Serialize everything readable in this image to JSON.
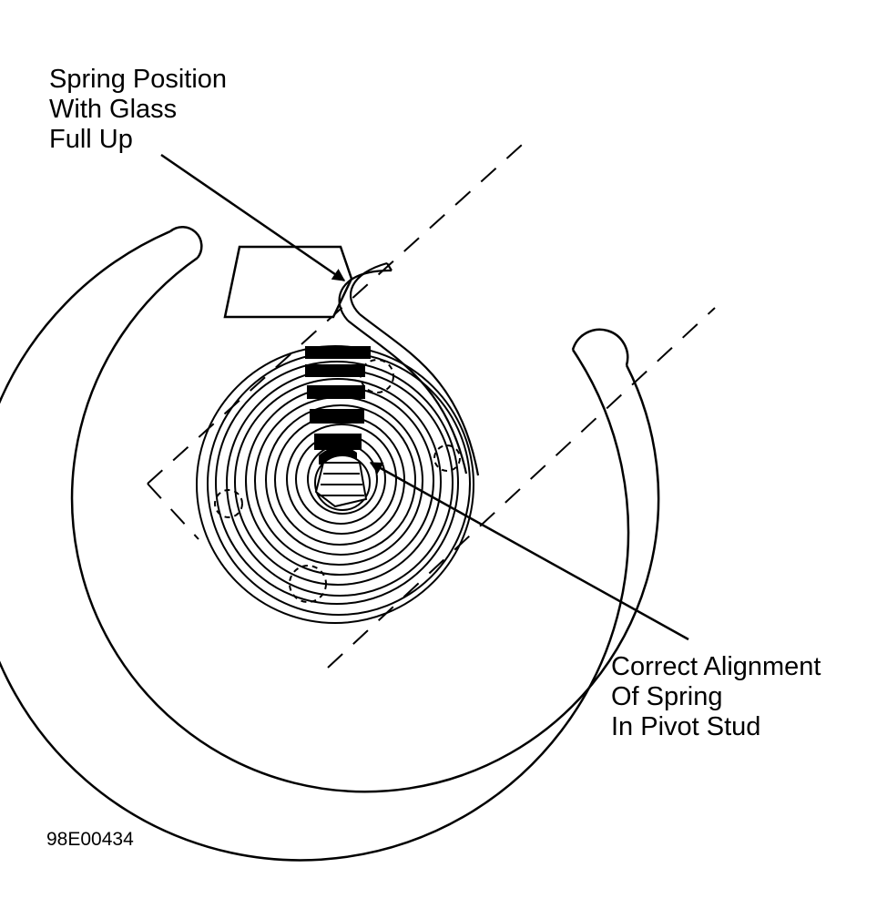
{
  "callouts": {
    "spring_position": [
      "Spring Position",
      "With Glass",
      "Full Up"
    ],
    "correct_alignment": [
      "Correct Alignment",
      "Of Spring",
      "In Pivot Stud"
    ]
  },
  "figure_code": "98E00434",
  "colors": {
    "line": "#000000",
    "background": "#ffffff"
  }
}
